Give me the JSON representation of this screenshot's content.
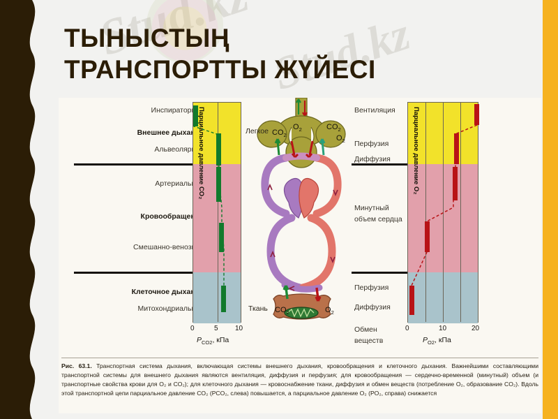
{
  "slide": {
    "title_line1": "ТЫНЫСТЫҢ",
    "title_line2": "ТРАНСПОРТТЫ ЖҮЙЕСІ",
    "title_color": "#2b1d06",
    "accent_bar_color": "#f6b220",
    "wave_color": "#2b1d06",
    "background_color": "#f2f2f0",
    "watermark_text": "Stud.kz"
  },
  "figure": {
    "left_labels": [
      {
        "text": "Инспираторное",
        "bold": false
      },
      {
        "text": "Внешнее дыхание",
        "bold": true
      },
      {
        "text": "Альвеолярное",
        "bold": false
      },
      {
        "text": "Артериальное",
        "bold": false
      },
      {
        "text": "Кровообращение",
        "bold": true
      },
      {
        "text": "Смешанно-венозное",
        "bold": false
      },
      {
        "text": "Клеточное дыхание",
        "bold": true
      },
      {
        "text": "Митохондриальное",
        "bold": false
      }
    ],
    "right_labels": [
      {
        "text": "Вентиляция"
      },
      {
        "text": "Перфузия"
      },
      {
        "text": "Диффузия"
      },
      {
        "text": "Минутный"
      },
      {
        "text": "объем сердца"
      },
      {
        "text": "Перфузия"
      },
      {
        "text": "Диффузия"
      },
      {
        "text": "Обмен"
      },
      {
        "text": "веществ"
      }
    ],
    "anatomy": {
      "lung_label": "Легкое",
      "tissue_label": "Ткань",
      "lung_gas_left_co2": "CO",
      "lung_gas_left_o2": "O",
      "lung_gas_right_co2": "CO",
      "lung_gas_right_o2": "O",
      "tissue_gas_co2": "CO",
      "tissue_gas_o2": "O",
      "sub2": "2"
    },
    "band_colors": {
      "respiration": "#f2e22a",
      "circulation": "#e2a0ab",
      "cellular": "#a9c3cb"
    }
  },
  "chart_data": [
    {
      "type": "line",
      "id": "pco2",
      "title": "Парциальное давление CO₂",
      "xlabel": "P_CO2, кПа",
      "xlabel_main": "P",
      "xlabel_sub": "CO",
      "xlabel_sub2": "2",
      "xlabel_unit": ", кПа",
      "ylabel": "",
      "xlim": [
        0,
        10
      ],
      "ticks": [
        0,
        5,
        10
      ],
      "series_color": "#127a2c",
      "grid": true,
      "legend": "none",
      "points": [
        {
          "label": "Инспираторное",
          "value": 0.1,
          "band": "respiration"
        },
        {
          "label": "Альвеолярное",
          "value": 5.3,
          "band": "respiration"
        },
        {
          "label": "Артериальное",
          "value": 5.3,
          "band": "circulation"
        },
        {
          "label": "Смешанно-венозное",
          "value": 6.1,
          "band": "circulation"
        },
        {
          "label": "Митохондриальное",
          "value": 6.5,
          "band": "cellular"
        }
      ]
    },
    {
      "type": "line",
      "id": "po2",
      "title": "Парциальное давление O₂",
      "xlabel": "P_O2, кПа",
      "xlabel_main": "P",
      "xlabel_sub": "O",
      "xlabel_sub2": "2",
      "xlabel_unit": ", кПа",
      "ylabel": "",
      "xlim": [
        0,
        20
      ],
      "ticks": [
        0,
        10,
        20
      ],
      "series_color": "#b81316",
      "grid": true,
      "legend": "none",
      "points": [
        {
          "label": "Инспираторное",
          "value": 20.0,
          "band": "respiration"
        },
        {
          "label": "Альвеолярное",
          "value": 13.3,
          "band": "respiration"
        },
        {
          "label": "Артериальное",
          "value": 12.6,
          "band": "circulation"
        },
        {
          "label": "Смешанно-венозное",
          "value": 5.3,
          "band": "circulation"
        },
        {
          "label": "Митохондриальное",
          "value": 0.7,
          "band": "cellular"
        }
      ]
    }
  ],
  "caption": {
    "figure_number": "Рис. 63.1.",
    "text": "Транспортная система дыхания, включающая системы внешнего дыхания, кровообращения и клеточного дыхания. Важнейшими составляющими транспортной системы для внешнего дыхания являются вентиляция, диффузия и перфузия; для кровообращения — сердечно-временной (минутный) объем (и транспортные свойства крови для O₂ и CO₂); для клеточного дыхания — кровоснабжение ткани, диффузия и обмен веществ (потребление O₂, образование CO₂). Вдоль этой транспортной цепи парциальное давление CO₂ (PCO₂, слева) повышается, а парциальное давление O₂ (PO₂, справа) снижается"
  }
}
